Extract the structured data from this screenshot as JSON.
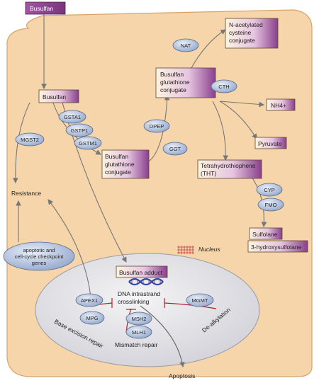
{
  "nodes": {
    "busulfan_top": "Busulfan",
    "busulfan_cell": "Busulfan",
    "nacetyl": [
      "N-acetylated",
      "cysteine",
      "conjugate"
    ],
    "conjugate_upper": [
      "Busulfan",
      "glutathione",
      "conjugate"
    ],
    "conjugate_lower": [
      "Busulfan",
      "glutathione",
      "conjugate"
    ],
    "nh4": "NH4+",
    "pyruvate": "Pyruvate",
    "tht": [
      "Tetrahydrothiophene",
      "(THT)"
    ],
    "sulfolane": "Sulfolane",
    "hydroxysulfolane": "3-hydroxysulfolane",
    "adduct": "Busulfan adduct",
    "resistance": "Resistance",
    "apoptosis": "Apoptosis",
    "nucleus": "Nucleus",
    "crosslinking": [
      "DNA intrastrand",
      "crosslinking"
    ],
    "checkpoint": [
      "apoptotic and",
      "cell-cycle checkpoint",
      "genes"
    ]
  },
  "enzymes": {
    "nat": "NAT",
    "cth": "CTH",
    "dpep": "DPEP",
    "ggt": "GGT",
    "gsta1": "GSTA1",
    "gstp1": "GSTP1",
    "gstm1": "GSTM1",
    "mgst2": "MGST2",
    "cyp": "CYP",
    "fmo": "FMO",
    "apex1": "APEX1",
    "mpg": "MPG",
    "msh2": "MSH2",
    "mlh1": "MLH1",
    "mgmt": "MGMT"
  },
  "repair_pathways": {
    "base_excision": "Base excision repair",
    "mismatch": "Mismatch repair",
    "dealkylation": "De-alkylation"
  },
  "colors": {
    "cell_fill": "#f6d5aa",
    "cell_stroke": "#d6a36a",
    "nucleus_fill": "#e4e4e8",
    "box_purple": "#8a3f8c",
    "box_yellow": "#fff6d8",
    "enzyme_fill": "#b9c8e4",
    "inhibit": "#b3202e"
  }
}
